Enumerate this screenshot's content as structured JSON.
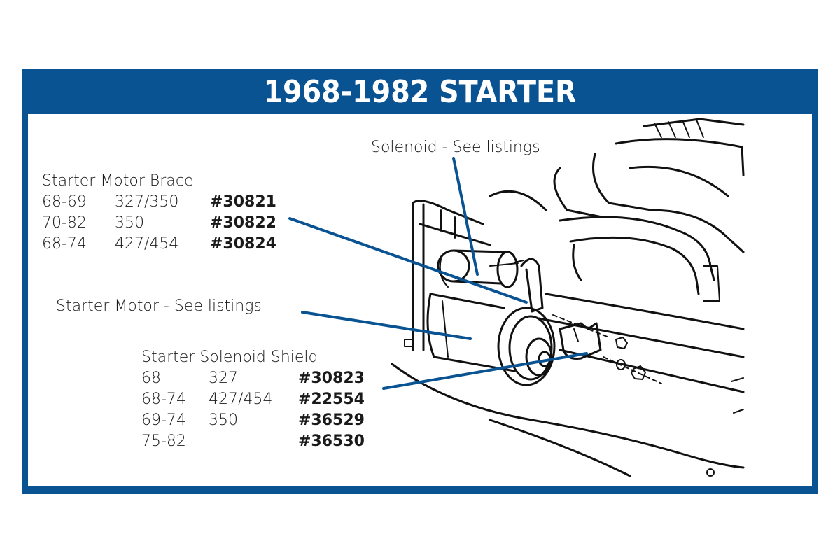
{
  "title": "1968-1982 STARTER",
  "colors": {
    "frame": "#0a5393",
    "leader": "#0a5393",
    "text": "#1a1a1a"
  },
  "callouts": {
    "solenoid": "Solenoid - See listings",
    "starter_motor": "Starter Motor - See listings"
  },
  "brace": {
    "heading": "Starter Motor Brace",
    "rows": [
      {
        "years": "68-69",
        "engine": "327/350",
        "part": "#30821"
      },
      {
        "years": "70-82",
        "engine": "350",
        "part": "#30822"
      },
      {
        "years": "68-74",
        "engine": "427/454",
        "part": "#30824"
      }
    ]
  },
  "shield": {
    "heading": "Starter Solenoid Shield",
    "rows": [
      {
        "years": "68",
        "engine": "327",
        "part": "#30823"
      },
      {
        "years": "68-74",
        "engine": "427/454",
        "part": "#22554"
      },
      {
        "years": "69-74",
        "engine": "350",
        "part": "#36529"
      },
      {
        "years": "75-82",
        "engine": "",
        "part": "#36530"
      }
    ]
  }
}
